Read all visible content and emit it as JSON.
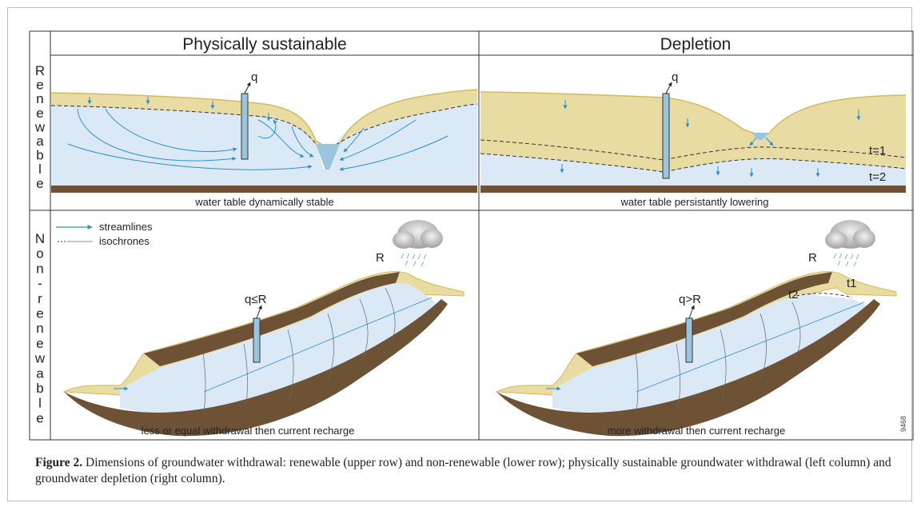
{
  "figure": {
    "columns": [
      "Physically sustainable",
      "Depletion"
    ],
    "rows": [
      "Renewable",
      "Non-renewable"
    ],
    "panels": {
      "top_left": {
        "bottom_text": "water table dynamically stable",
        "well_label": "q"
      },
      "top_right": {
        "bottom_text": "water table persistantly lowering",
        "well_label": "q",
        "isochrone_labels": [
          "t=1",
          "t=2"
        ]
      },
      "bottom_left": {
        "bottom_text": "less or equal withdrawal then current recharge",
        "well_label": "q≤R",
        "recharge_label": "R"
      },
      "bottom_right": {
        "bottom_text": "more withdrawal then current recharge",
        "well_label": "q>R",
        "recharge_label": "R",
        "time_labels": [
          "t2",
          "t1"
        ]
      }
    },
    "legend": [
      {
        "label": "streamlines",
        "symbol": "arrow-line"
      },
      {
        "label": "isochrones",
        "symbol": "dashed-line"
      }
    ],
    "figure_id": "9468",
    "colors": {
      "aquifer_water": "#dbe9f7",
      "unsaturated_zone": "#e9dca3",
      "bedrock": "#6e5236",
      "streamline": "#2b8fd1",
      "river_water": "#9cc5dd"
    }
  },
  "caption": {
    "label": "Figure 2.",
    "text": "Dimensions of groundwater withdrawal: renewable (upper row) and non-renewable (lower row); physically sustainable groundwater withdrawal (left column) and groundwater depletion (right column)."
  }
}
